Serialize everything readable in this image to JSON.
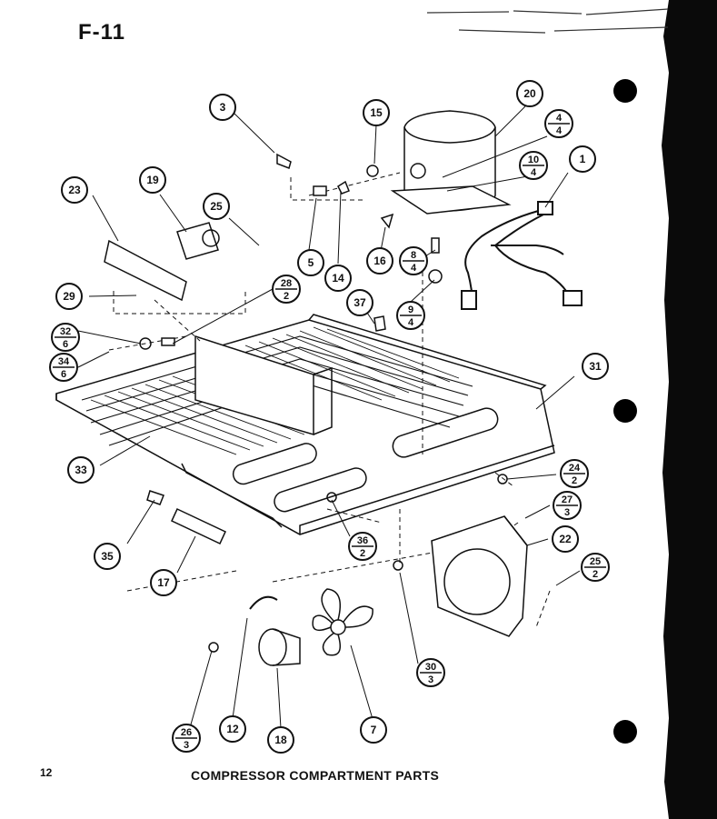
{
  "figure_label": "F-11",
  "page_number": "12",
  "caption": "COMPRESSOR COMPARTMENT PARTS",
  "callouts": [
    {
      "id": "3"
    },
    {
      "id": "15"
    },
    {
      "id": "20"
    },
    {
      "id": "4",
      "qty": "4"
    },
    {
      "id": "10",
      "qty": "4"
    },
    {
      "id": "1"
    },
    {
      "id": "23"
    },
    {
      "id": "19"
    },
    {
      "id": "25"
    },
    {
      "id": "5"
    },
    {
      "id": "14"
    },
    {
      "id": "16"
    },
    {
      "id": "8",
      "qty": "4"
    },
    {
      "id": "29"
    },
    {
      "id": "28",
      "qty": "2"
    },
    {
      "id": "9",
      "qty": "4"
    },
    {
      "id": "37"
    },
    {
      "id": "32",
      "qty": "6"
    },
    {
      "id": "34",
      "qty": "6"
    },
    {
      "id": "31"
    },
    {
      "id": "33"
    },
    {
      "id": "24",
      "qty": "2"
    },
    {
      "id": "27",
      "qty": "3"
    },
    {
      "id": "35"
    },
    {
      "id": "36",
      "qty": "2"
    },
    {
      "id": "22"
    },
    {
      "id": "17"
    },
    {
      "id": "25",
      "qty": "2"
    },
    {
      "id": "30",
      "qty": "3"
    },
    {
      "id": "26",
      "qty": "3"
    },
    {
      "id": "12"
    },
    {
      "id": "18"
    },
    {
      "id": "7"
    }
  ]
}
